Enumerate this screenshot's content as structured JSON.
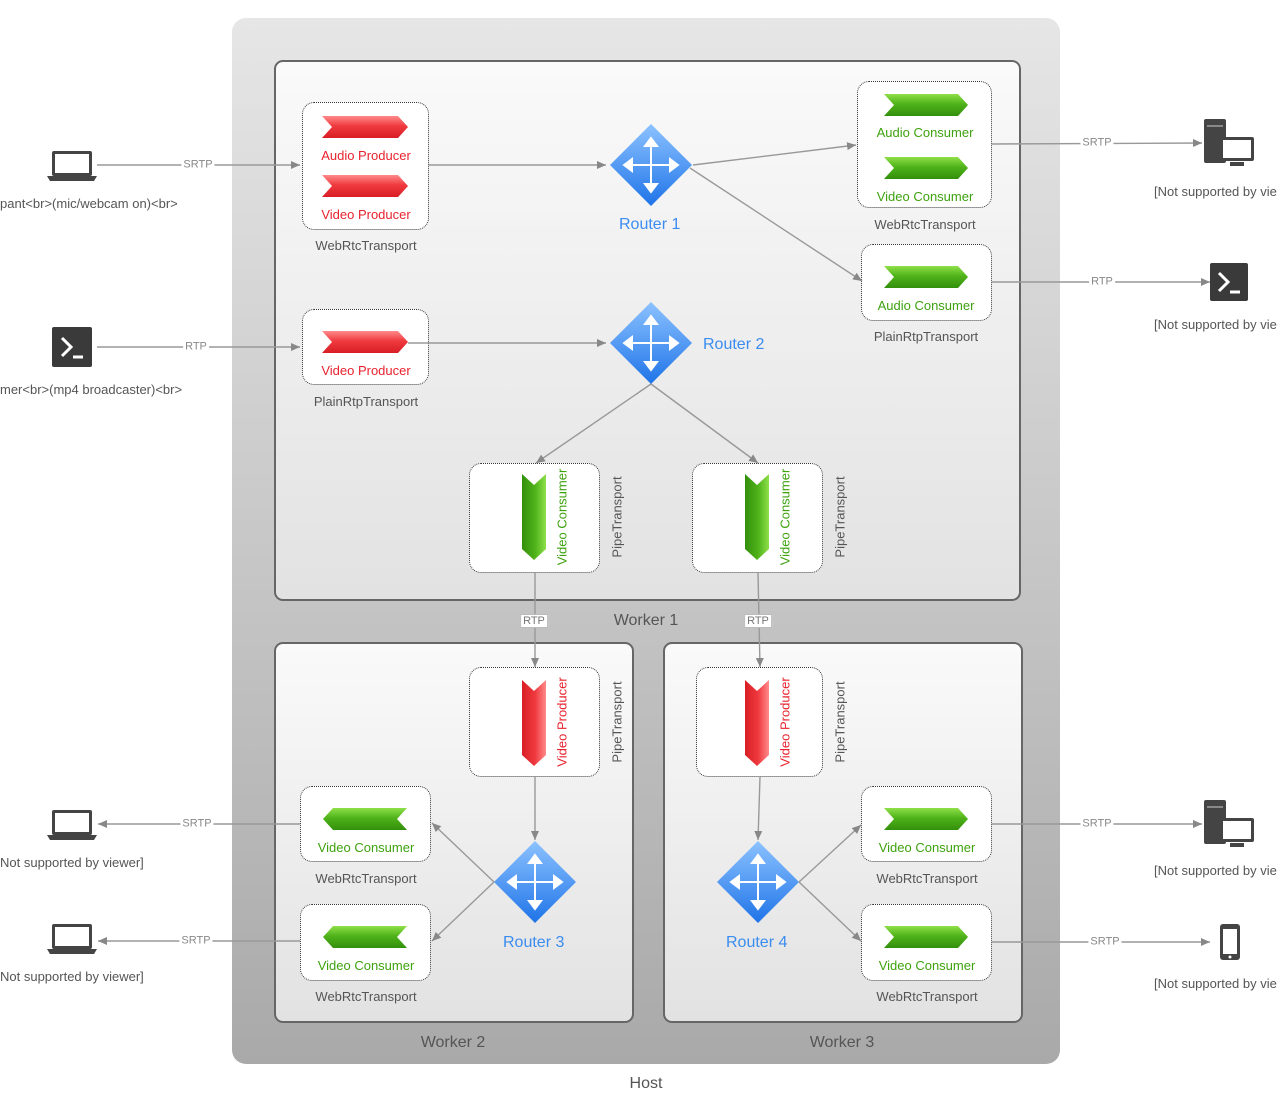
{
  "host_label": "Host",
  "workers": {
    "w1": "Worker 1",
    "w2": "Worker 2",
    "w3": "Worker 3"
  },
  "routers": {
    "r1": "Router 1",
    "r2": "Router 2",
    "r3": "Router 3",
    "r4": "Router 4"
  },
  "transports": {
    "webrtc": "WebRtcTransport",
    "plain": "PlainRtpTransport",
    "pipe": "PipeTransport"
  },
  "elements": {
    "audio_producer": "Audio Producer",
    "video_producer": "Video Producer",
    "audio_consumer": "Audio Consumer",
    "video_consumer": "Video Consumer"
  },
  "protocols": {
    "srtp": "SRTP",
    "rtp": "RTP"
  },
  "external": {
    "participant": "pant<br>(mic/webcam on)<br>",
    "streamer": "mer<br>(mp4 broadcaster)<br>",
    "viewer_right": "[Not supported by vie",
    "viewer_left": "Not supported by viewer]"
  },
  "colors": {
    "producer": "#e8222e",
    "consumer": "#3ea20f",
    "router": "#3a8cf0"
  },
  "icons": [
    "laptop-icon",
    "terminal-icon",
    "desktop-icon",
    "phone-icon",
    "router-icon"
  ]
}
